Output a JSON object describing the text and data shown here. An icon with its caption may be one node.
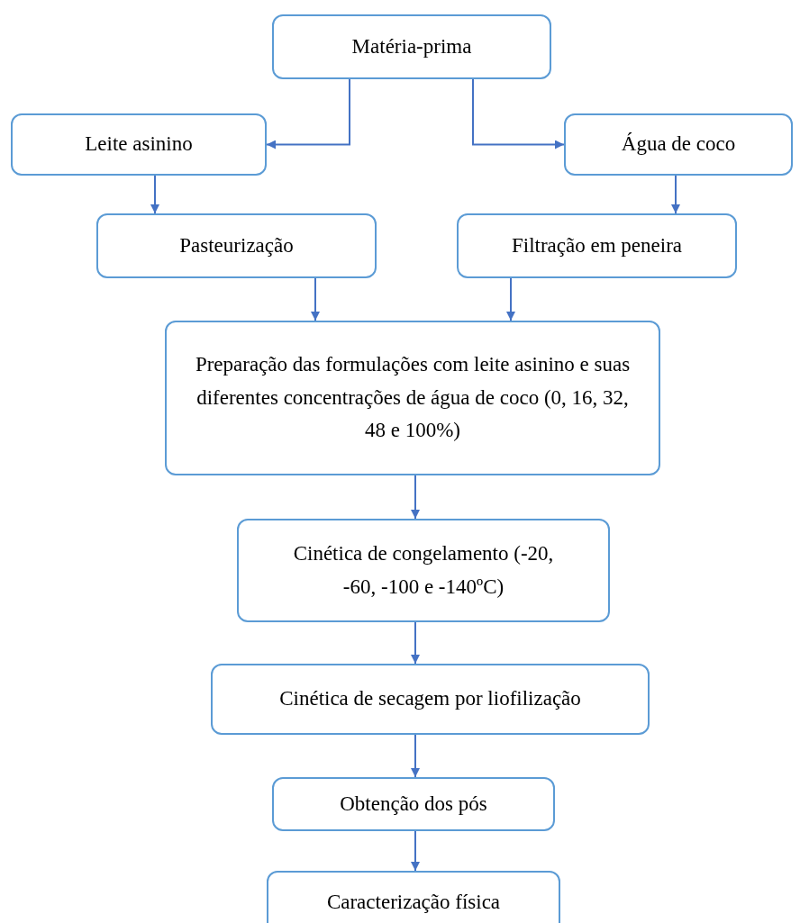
{
  "diagram": {
    "nodes": [
      {
        "text": [
          "Matéria-prima"
        ]
      },
      {
        "text": [
          "Leite asinino"
        ]
      },
      {
        "text": [
          "Água de coco"
        ]
      },
      {
        "text": [
          "Pasteurização"
        ]
      },
      {
        "text": [
          "Filtração em peneira"
        ]
      },
      {
        "text": [
          "Preparação das formulações com leite asinino e suas diferentes concentrações de água de coco (0, 16, 32, 48 e 100%)"
        ]
      },
      {
        "text": [
          "Cinética de congelamento (-20, -60, -100 e -140ºC)"
        ]
      },
      {
        "text": [
          "Cinética de secagem por liofilização"
        ]
      },
      {
        "text": [
          "Obtenção dos pós"
        ]
      },
      {
        "text": [
          "Caracterização física"
        ]
      }
    ],
    "edges": [
      {
        "from": 0,
        "to": 1,
        "arrow": "to"
      },
      {
        "from": 0,
        "to": 2,
        "arrow": "to"
      },
      {
        "from": 1,
        "to": 3,
        "arrow": "to"
      },
      {
        "from": 2,
        "to": 4,
        "arrow": "to"
      },
      {
        "from": 3,
        "to": 5,
        "arrow": "to"
      },
      {
        "from": 4,
        "to": 5,
        "arrow": "to"
      },
      {
        "from": 5,
        "to": 6,
        "arrow": "to"
      },
      {
        "from": 6,
        "to": 7,
        "arrow": "to"
      },
      {
        "from": 7,
        "to": 8,
        "arrow": "to"
      },
      {
        "from": 8,
        "to": 9,
        "arrow": "to"
      }
    ]
  }
}
